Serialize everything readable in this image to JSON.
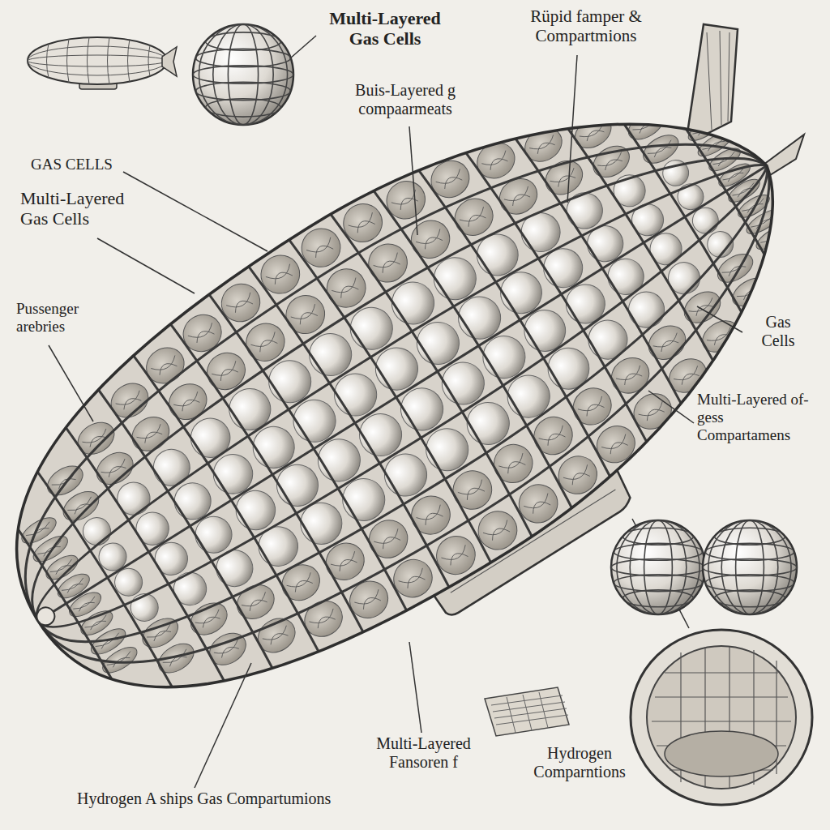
{
  "diagram": {
    "labels": [
      "Multi-Layered Gas Cells",
      "Rüpid famper & Compartmions",
      "Buis-Layered g compaarmeats",
      "GAS CELLS",
      "Multi-Layered Gas Cells",
      "Pussenger arebries",
      "Gas Cells",
      "Multi-Layered of-gess Compartamens",
      "Multi-Layered Fansoren f",
      "Hydrogen A ships Gas Compartumions",
      "Hydrogen Comparntions"
    ]
  }
}
